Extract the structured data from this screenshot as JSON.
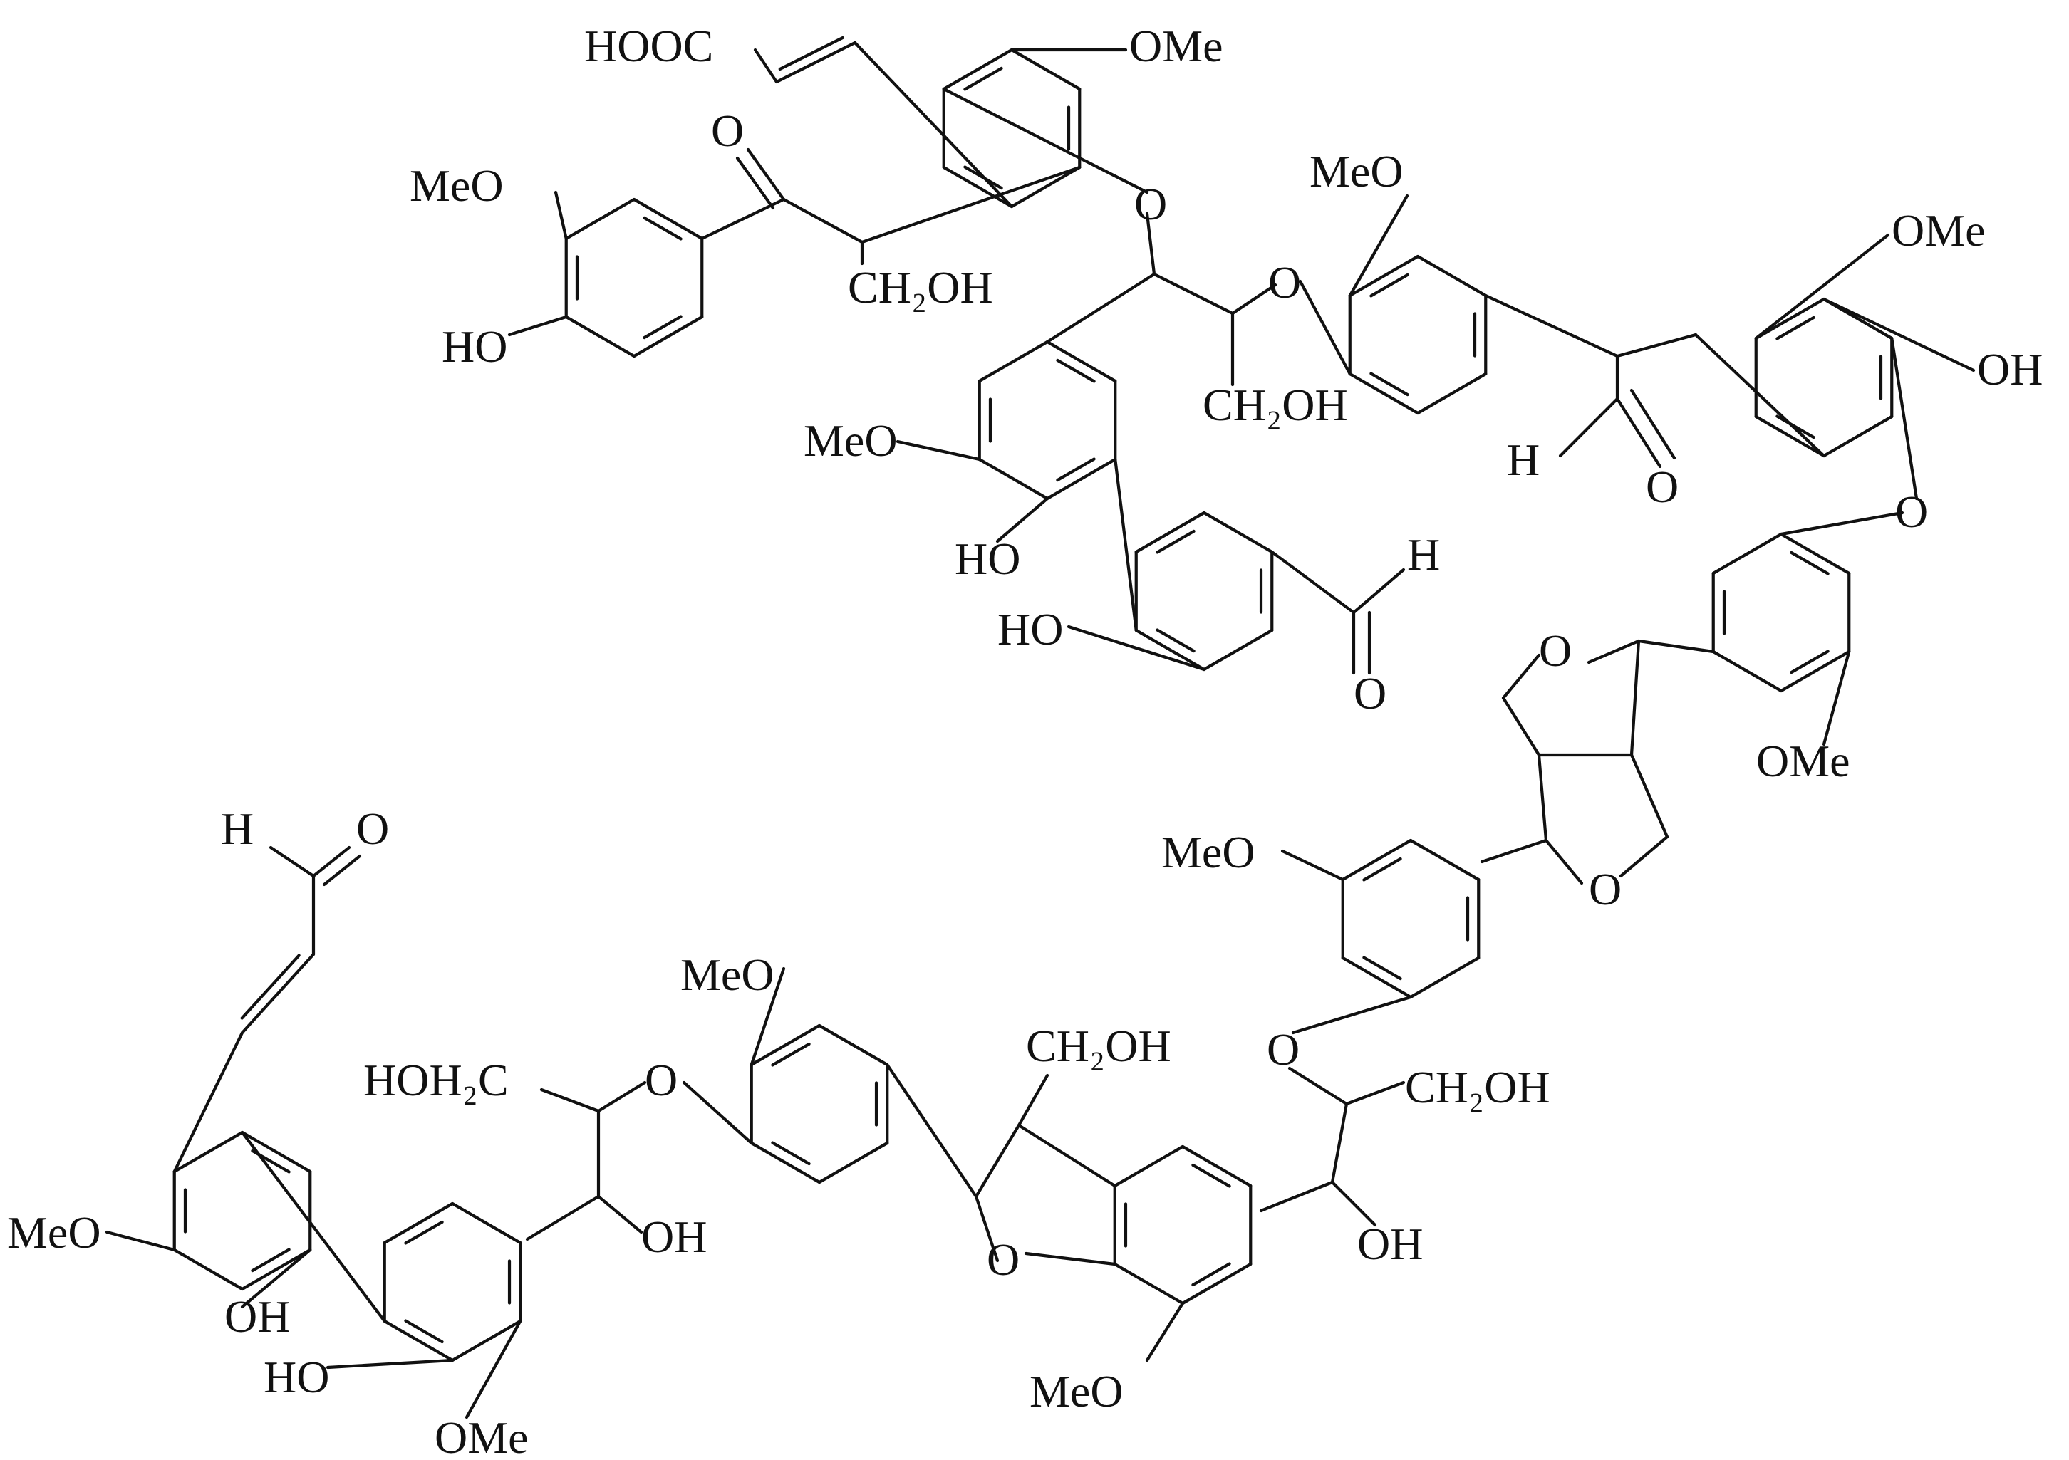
{
  "labels": {
    "hooc": "HOOC",
    "ome_top": "OMe",
    "o_ketone": "O",
    "meo_ring1": "MeO",
    "ho_ring1": "HO",
    "ch2oh_a": "CH₂OH",
    "o_ether_a": "O",
    "o_ether_b": "O",
    "meo_ring4": "MeO",
    "ch2oh_b": "CH₂OH",
    "meo_ring3": "MeO",
    "ho_ring3": "HO",
    "ho_ring5": "HO",
    "h_ald_a": "H",
    "o_ald_a": "O",
    "h_ald_b": "H",
    "o_ald_b": "O",
    "ome_ring6": "OMe",
    "oh_ring6": "OH",
    "o_ether_c": "O",
    "o_thf_a": "O",
    "o_thf_b": "O",
    "ome_ring7": "OMe",
    "meo_ring8": "MeO",
    "o_ether_d": "O",
    "ch2oh_c": "CH₂OH",
    "oh_c": "OH",
    "h_ald_c": "H",
    "o_ald_c": "O",
    "meo_ring12": "MeO",
    "oh_ring12": "OH",
    "ho_ring11": "HO",
    "ome_ring11": "OMe",
    "hoh2c": "HOH₂C",
    "o_ether_e": "O",
    "oh_d": "OH",
    "meo_ring10": "MeO",
    "ch2oh_d": "CH₂OH",
    "o_furan": "O",
    "meo_ring9": "MeO"
  }
}
